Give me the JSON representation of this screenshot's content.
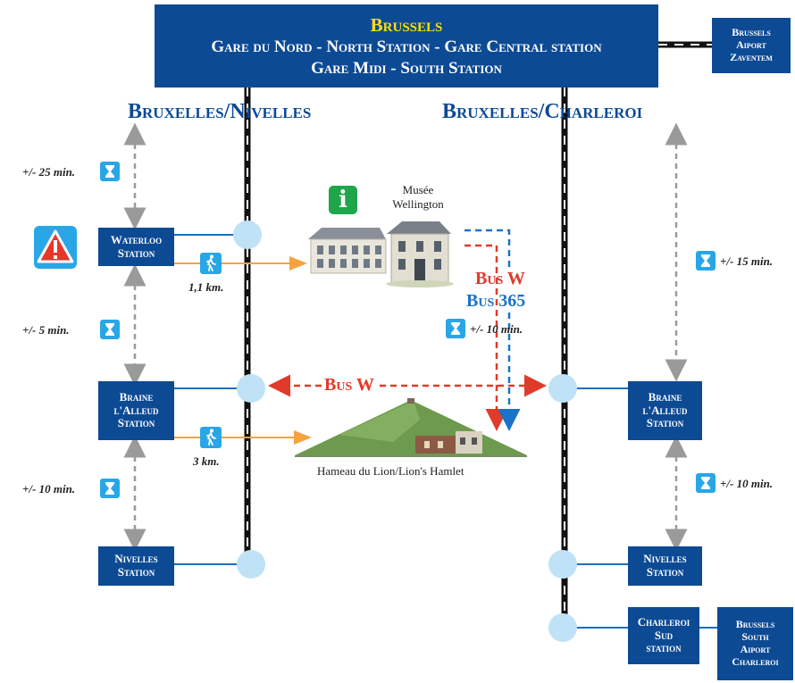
{
  "header": {
    "title": "Brussels",
    "line1": "Gare du Nord - North Station - Gare Central station",
    "line2": "Gare Midi - South Station"
  },
  "airport_zaventem": {
    "line1": "Brussels",
    "line2": "Aiport",
    "line3": "Zaventem"
  },
  "airport_charleroi": {
    "line1": "Brussels",
    "line2": "South",
    "line3": "Aiport",
    "line4": "Charleroi"
  },
  "lines": {
    "left": "Bruxelles/Nivelles",
    "right": "Bruxelles/Charleroi"
  },
  "stations": {
    "waterloo": {
      "line1": "Waterloo",
      "line2": "Station"
    },
    "braine_left": {
      "line1": "Braine",
      "line2": "l'Alleud",
      "line3": "Station"
    },
    "nivelles_left": {
      "line1": "Nivelles",
      "line2": "Station"
    },
    "braine_right": {
      "line1": "Braine",
      "line2": "l'Alleud",
      "line3": "Station"
    },
    "nivelles_right": {
      "line1": "Nivelles",
      "line2": "Station"
    },
    "charleroi": {
      "line1": "Charleroi",
      "line2": "Sud",
      "line3": "station"
    }
  },
  "times": {
    "left_1": "+/- 25 min.",
    "left_2": "+/- 5 min.",
    "left_3": "+/- 10 min.",
    "right_1": "+/- 15 min.",
    "right_2": "+/- 10 min.",
    "bus": "+/- 10 min."
  },
  "walks": {
    "waterloo": "1,1 km.",
    "braine": "3 km."
  },
  "buses": {
    "bus_w": "Bus W",
    "bus_365": "Bus 365",
    "bus_w_cross": "Bus W"
  },
  "places": {
    "museum": "Musée Wellington",
    "hamlet": "Hameau du Lion/Lion's Hamlet",
    "info_symbol": "i"
  },
  "colors": {
    "box_blue": "#0d4a94",
    "title_yellow": "#ffe000",
    "bus_w_red": "#e03a2a",
    "bus_365_blue": "#1a73c8",
    "walk_orange": "#f4a340",
    "station_circle": "#bfe2f6",
    "icon_blue": "#29a6e6",
    "info_green": "#1fa64a"
  },
  "icons": {
    "hourglass": "hourglass-icon",
    "walk": "pedestrian-icon",
    "info": "info-icon",
    "warning": "warning-triangle-icon"
  }
}
